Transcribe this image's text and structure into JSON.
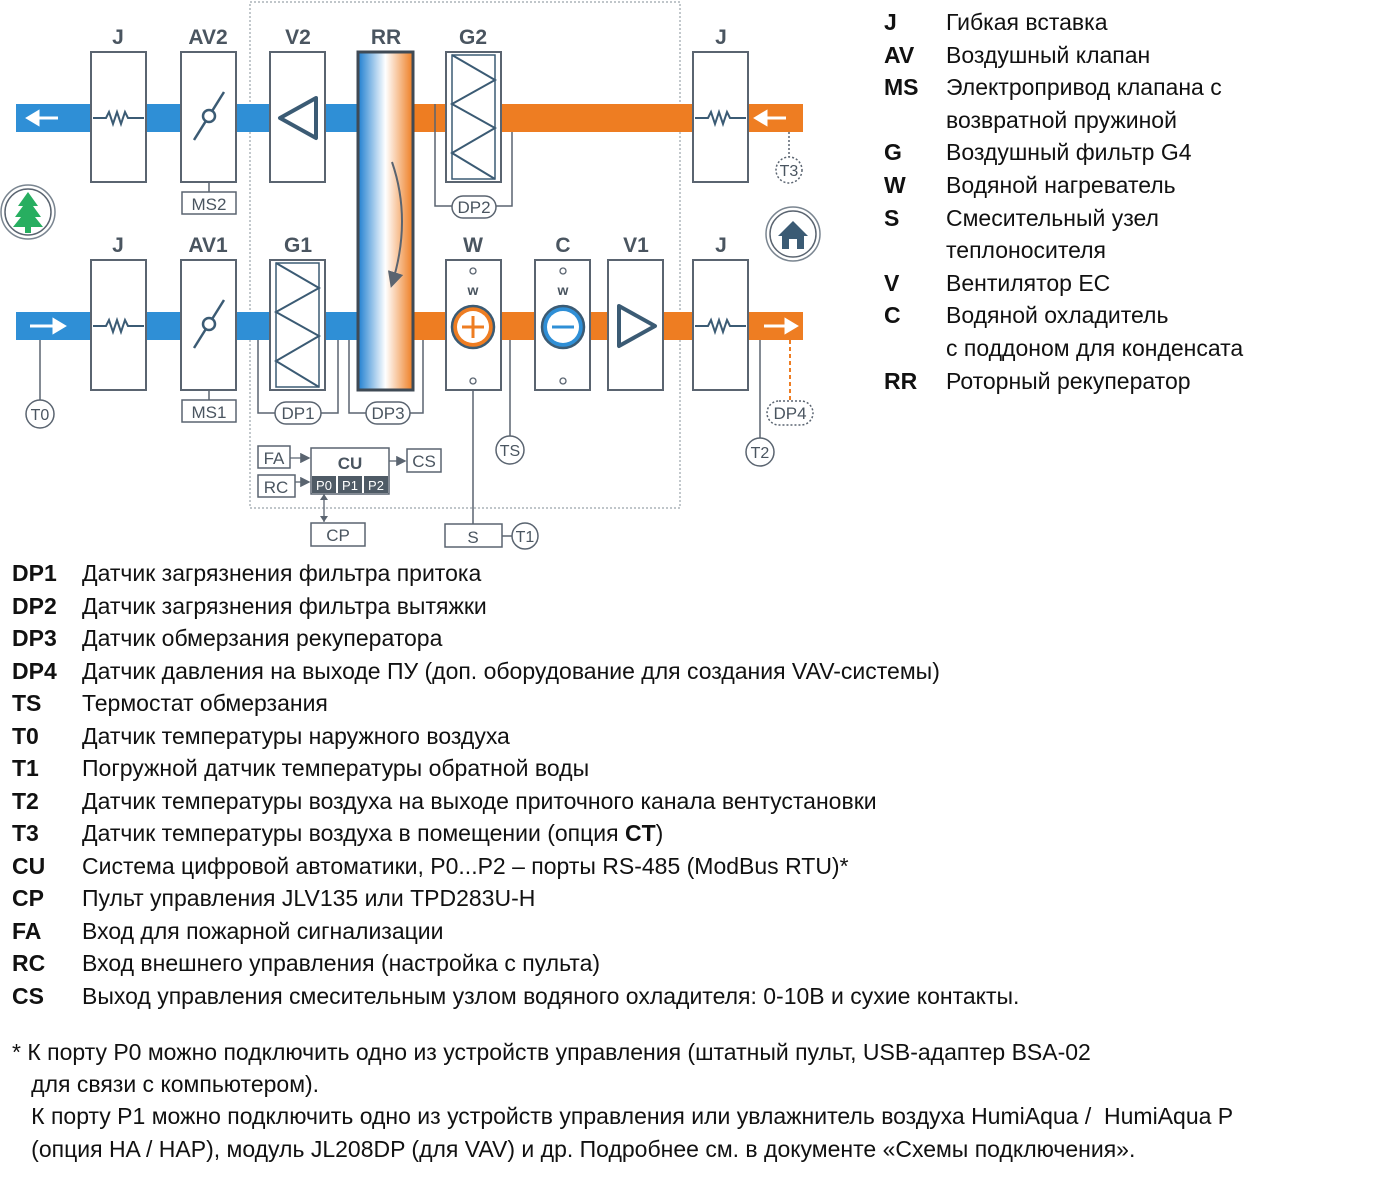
{
  "diagram": {
    "labels": {
      "J_top_left": "J",
      "AV2": "AV2",
      "V2": "V2",
      "RR": "RR",
      "G2": "G2",
      "J_top_right": "J",
      "J_bot_left": "J",
      "AV1": "AV1",
      "G1": "G1",
      "W": "W",
      "C": "C",
      "V1": "V1",
      "J_bot_right": "J",
      "MS2": "MS2",
      "MS1": "MS1",
      "DP1": "DP1",
      "DP2": "DP2",
      "DP3": "DP3",
      "DP4": "DP4",
      "T0": "T0",
      "T1": "T1",
      "T2": "T2",
      "T3": "T3",
      "TS": "TS",
      "FA": "FA",
      "RC": "RC",
      "CU": "CU",
      "CS": "CS",
      "CP": "CP",
      "S": "S",
      "P0": "P0",
      "P1": "P1",
      "P2": "P2",
      "w_heater": "w",
      "w_cooler": "w"
    },
    "colors": {
      "supply": "#2f8fd6",
      "exhaust": "#ee7d22",
      "frame": "#5a6470",
      "symbol": "#3b5b74",
      "tree": "#27ae60"
    }
  },
  "legend_top": [
    {
      "code": "J",
      "desc": "Гибкая вставка"
    },
    {
      "code": "AV",
      "desc": "Воздушный клапан"
    },
    {
      "code": "MS",
      "desc": "Электропривод клапана с\nвозвратной пружиной"
    },
    {
      "code": "G",
      "desc": "Воздушный фильтр G4"
    },
    {
      "code": "W",
      "desc": "Водяной нагреватель"
    },
    {
      "code": "S",
      "desc": "Смесительный узел\nтеплоносителя"
    },
    {
      "code": "V",
      "desc": "Вентилятор ЕС"
    },
    {
      "code": "C",
      "desc": "Водяной охладитель\nс поддоном для конденсата"
    },
    {
      "code": "RR",
      "desc": "Роторный рекуператор"
    }
  ],
  "legend_bottom": [
    {
      "code": "DP1",
      "desc": "Датчик загрязнения фильтра притока"
    },
    {
      "code": "DP2",
      "desc": "Датчик загрязнения фильтра вытяжки"
    },
    {
      "code": "DP3",
      "desc": "Датчик обмерзания рекуператора"
    },
    {
      "code": "DP4",
      "desc": "Датчик давления на выходе ПУ (доп. оборудование для создания VAV-системы)"
    },
    {
      "code": "TS",
      "desc": "Термостат обмерзания"
    },
    {
      "code": "T0",
      "desc": "Датчик температуры наружного воздуха"
    },
    {
      "code": "T1",
      "desc": "Погружной датчик температуры обратной воды"
    },
    {
      "code": "T2",
      "desc": "Датчик температуры воздуха на выходе приточного канала вентустановки"
    },
    {
      "code": "T3",
      "desc": "Датчик температуры воздуха в помещении (опция ",
      "bold": "CT",
      "after": ")"
    },
    {
      "code": "CU",
      "desc": "Система цифровой автоматики, P0...P2 – порты RS-485 (ModBus RTU)*"
    },
    {
      "code": "CP",
      "desc": "Пульт управления JLV135 или TPD283U-H"
    },
    {
      "code": "FA",
      "desc": "Вход для пожарной сигнализации"
    },
    {
      "code": "RC",
      "desc": "Вход внешнего управления (настройка с пульта)"
    },
    {
      "code": "CS",
      "desc": "Выход управления смесительным узлом водяного охладителя: 0-10В и сухие контакты."
    }
  ],
  "footnote": [
    "* К порту P0 можно подключить одно из устройств управления (штатный пульт, USB-адаптер BSA-02",
    "   для связи с компьютером).",
    "   К порту P1 можно подключить одно из устройств управления или увлажнитель воздуха HumiAqua /  HumiAqua P",
    "   (опция HA / HAP), модуль JL208DP (для VAV) и др. Подробнее см. в документе «Схемы подключения»."
  ]
}
